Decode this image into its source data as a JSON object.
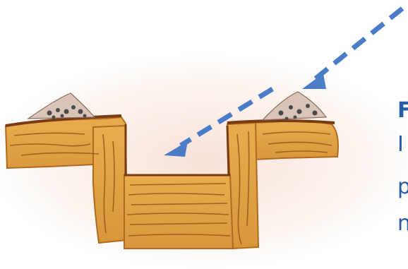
{
  "diagram": {
    "colors": {
      "wood": "#e2a64a",
      "wood_dark": "#b06a1f",
      "wood_line": "#8a4a16",
      "soil_top": "#7a3a12",
      "gravel": "#4a4a4a",
      "arrow": "#4a7cc7",
      "text": "#2a5da8",
      "vignette": "#f6ddd2"
    },
    "icons": [
      "dashed-arrow-icon",
      "gravel-pile-icon"
    ],
    "side_text_fragments": [
      "F",
      "I",
      "p",
      "n"
    ]
  }
}
